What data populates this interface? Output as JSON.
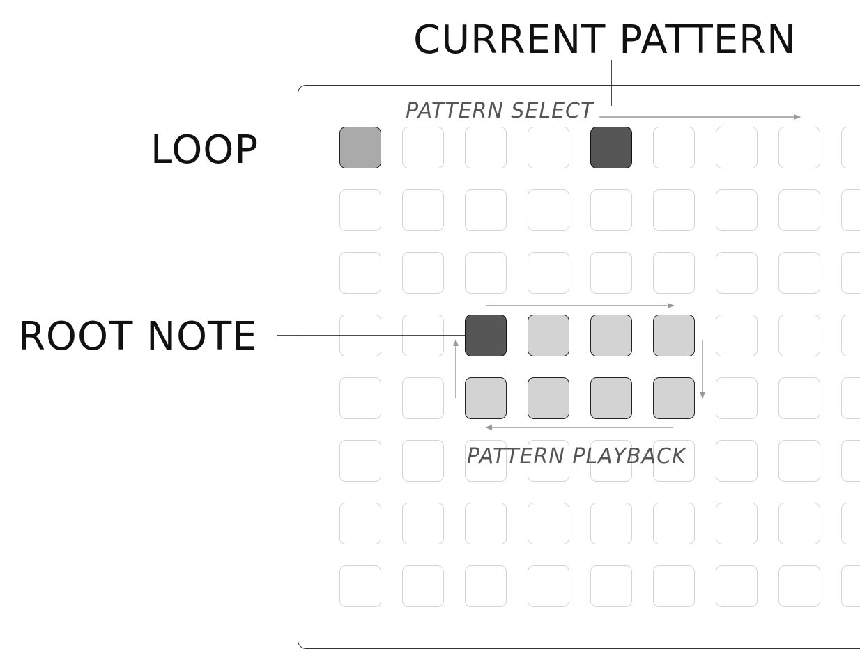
{
  "labels": {
    "current_pattern": "CURRENT PATTERN",
    "loop": "LOOP",
    "root_note": "ROOT NOTE",
    "pattern_select": "PATTERN SELECT",
    "pattern_playback": "PATTERN PLAYBACK"
  },
  "grid": {
    "rows": 8,
    "visible_columns": 9,
    "highlighted_pads": [
      {
        "row": 0,
        "col": 0,
        "state": "loop"
      },
      {
        "row": 0,
        "col": 4,
        "state": "on"
      },
      {
        "row": 3,
        "col": 2,
        "state": "on"
      },
      {
        "row": 3,
        "col": 3,
        "state": "lit"
      },
      {
        "row": 3,
        "col": 4,
        "state": "lit"
      },
      {
        "row": 3,
        "col": 5,
        "state": "lit"
      },
      {
        "row": 4,
        "col": 2,
        "state": "lit"
      },
      {
        "row": 4,
        "col": 3,
        "state": "lit"
      },
      {
        "row": 4,
        "col": 4,
        "state": "lit"
      },
      {
        "row": 4,
        "col": 5,
        "state": "lit"
      }
    ]
  },
  "colors": {
    "loop_pad": "#aaaaaa",
    "active_pad": "#565656",
    "lit_pad": "#d3d3d3",
    "empty_pad_border": "#d4d4d4"
  }
}
